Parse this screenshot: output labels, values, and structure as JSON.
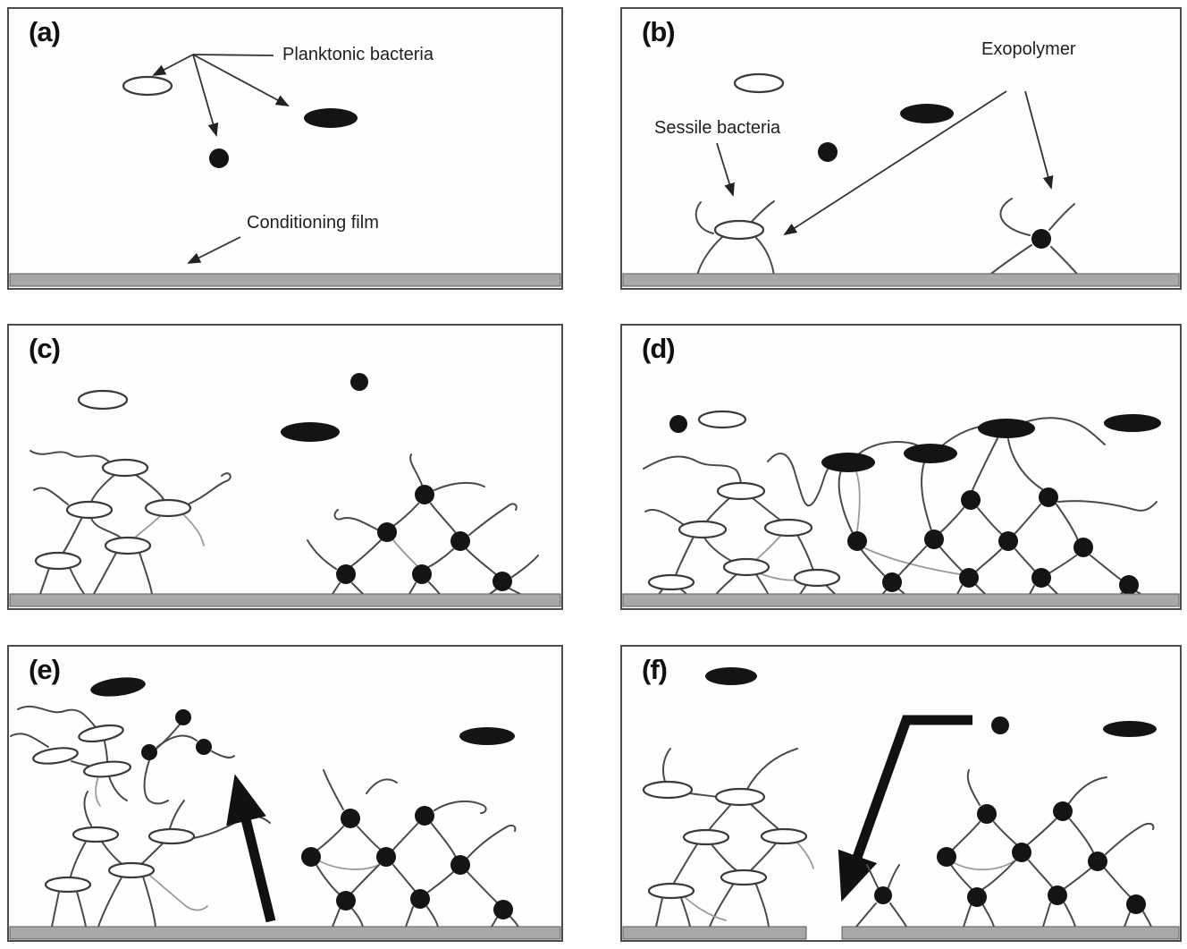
{
  "figure": {
    "type": "biofilm-formation-stage-diagram",
    "background": "#ffffff",
    "colors": {
      "panel_border": "#4d4d4d",
      "substrate_gray": "#a8a8a8",
      "ink": "#1a1a1a",
      "light_strand": "#9a9a9a"
    }
  },
  "panels": {
    "a": {
      "label": "(a)"
    },
    "b": {
      "label": "(b)"
    },
    "c": {
      "label": "(c)"
    },
    "d": {
      "label": "(d)"
    },
    "e": {
      "label": "(e)"
    },
    "f": {
      "label": "(f)"
    }
  },
  "annotations": {
    "planktonic": "Planktonic bacteria",
    "conditioning": "Conditioning film",
    "exopolymer": "Exopolymer",
    "sessile": "Sessile bacteria"
  }
}
